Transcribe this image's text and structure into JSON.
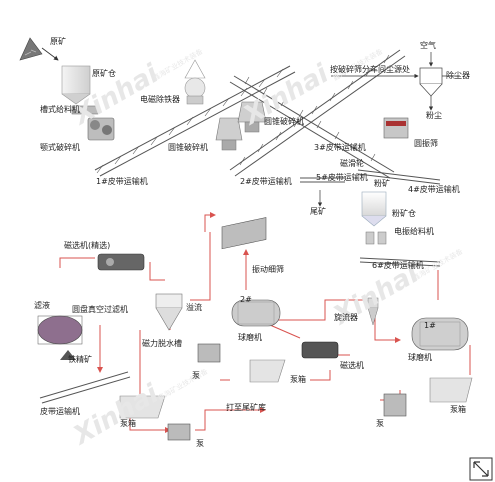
{
  "watermark": {
    "brand": "Xinhai",
    "company_cn": "鑫海矿业技术装备"
  },
  "labels": {
    "raw_ore": "原矿",
    "raw_ore_bin": "原矿仓",
    "trough_feeder": "槽式给料机",
    "jaw_crusher": "颚式破碎机",
    "electromagnetic_separator": "电磁除铁器",
    "cone_crusher_1": "圆锥破碎机",
    "cone_crusher_2": "圆锥破碎机",
    "belt_1": "1#皮带运输机",
    "belt_2": "2#皮带运输机",
    "belt_3": "3#皮带运输机",
    "belt_4": "4#皮带运输机",
    "belt_5": "5#皮带运输机",
    "belt_6": "6#皮带运输机",
    "air": "空气",
    "dust_source": "按破碎筛分车间尘源处",
    "dust_collector": "除尘器",
    "dust": "粉尘",
    "circular_screen": "圆振筛",
    "magnetic_pulley": "磁滑轮",
    "tailings_top": "尾矿",
    "fine_ore": "粉矿",
    "fine_ore_bin": "粉矿仓",
    "vibrating_feeder": "电振给料机",
    "magnetic_separator_concentration": "磁选机(精选)",
    "vibrating_fine_screen": "振动细筛",
    "filtrate": "滤液",
    "disc_vacuum_filter": "圆盘真空过滤机",
    "overflow": "溢流",
    "ball_mill_2": "2#",
    "ball_mill_label_1": "球磨机",
    "magnetic_dewatering_tank": "磁力脱水槽",
    "iron_concentrate": "铁精矿",
    "pump_1": "泵",
    "pump_box_1": "泵箱",
    "magnetic_separator": "磁选机",
    "hydrocyclone": "旋流器",
    "ball_mill_1_num": "1#",
    "ball_mill_label_2": "球磨机",
    "belt_conveyor": "皮带运输机",
    "pump_box_2": "泵箱",
    "pump_box_3": "泵箱",
    "to_tailings_dam": "打至尾矿库",
    "pump_2": "泵",
    "pump_3": "泵"
  }
}
